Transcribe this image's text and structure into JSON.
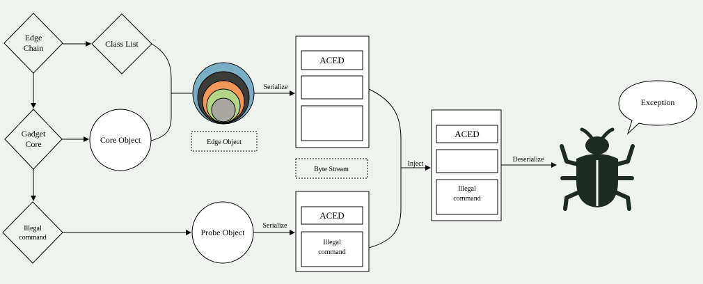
{
  "nodes": {
    "edge_chain": [
      "Edge",
      "Chain"
    ],
    "class_list": "Class List",
    "gadget_core": [
      "Gadget",
      "Core"
    ],
    "core_object": "Core Object",
    "illegal_command_diamond": [
      "Illegal",
      "command"
    ],
    "probe_object": "Probe Object",
    "edge_object_caption": "Edge Object",
    "byte_stream_caption": "Byte Stream",
    "exception_bubble": "Exception"
  },
  "streams": {
    "top": {
      "header": "ACED"
    },
    "bottom": {
      "header": "ACED",
      "payload": [
        "Illegal",
        "command"
      ]
    },
    "merged": {
      "header": "ACED",
      "payload": [
        "Illegal",
        "command"
      ]
    }
  },
  "edges": {
    "serialize_top": "Serialize",
    "serialize_bottom": "Serialize",
    "inject": "Inject",
    "deserialize": "Deserialize"
  },
  "colors": {
    "background": "#eef3ed",
    "ring_outer": "#7aaec4",
    "ring_2": "#3c3c38",
    "ring_3": "#f0975c",
    "ring_4": "#b4d486",
    "ring_core": "#a8a8a0",
    "bug": "#1d2b22"
  },
  "icons": {
    "bug": "bug-icon",
    "speech_bubble": "speech-bubble-icon"
  }
}
